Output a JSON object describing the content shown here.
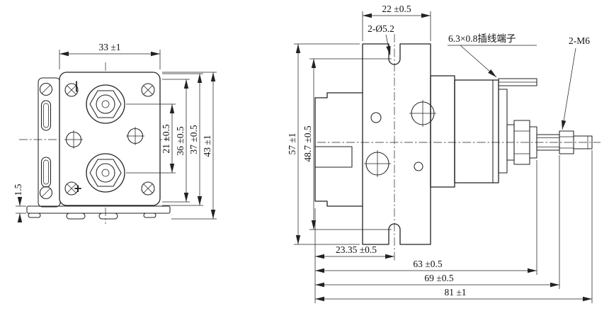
{
  "front_view": {
    "dim_width": "33 ±1",
    "dim_terminal_spacing": "21 ±0.5",
    "dim_36": "36 ±0.5",
    "dim_37": "37 ±0.5",
    "dim_height": "43 ±1",
    "dim_bracket_thickness": "1.5",
    "polarity_top": "|",
    "polarity_bottom": "+"
  },
  "side_view": {
    "dim_plate_width": "22 ±0.5",
    "label_holes": "2-Ø5.2",
    "label_terminal": "6.3×0.8插线端子",
    "label_thread": "2-M6",
    "dim_plate_height": "57 ±1",
    "dim_hole_spacing": "48.7 ±0.5",
    "dim_foot": "23.35 ±0.5",
    "dim_63": "63 ±0.5",
    "dim_69": "69 ±0.5",
    "dim_81": "81 ±1"
  }
}
